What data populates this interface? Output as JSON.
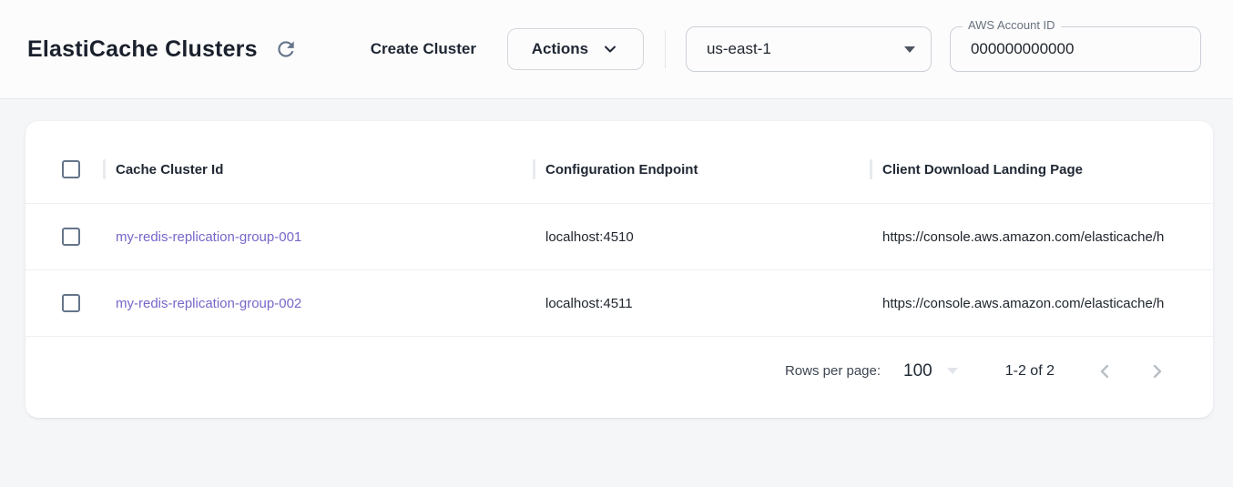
{
  "header": {
    "title": "ElastiCache Clusters",
    "create_button": "Create Cluster",
    "actions_button": "Actions",
    "region_selector": {
      "value": "us-east-1"
    },
    "account_field": {
      "label": "AWS Account ID",
      "value": "000000000000"
    }
  },
  "table": {
    "columns": [
      "Cache Cluster Id",
      "Configuration Endpoint",
      "Client Download Landing Page"
    ],
    "rows": [
      {
        "cache_cluster_id": "my-redis-replication-group-001",
        "configuration_endpoint": "localhost:4510",
        "client_download_landing_page": "https://console.aws.amazon.com/elasticache/h"
      },
      {
        "cache_cluster_id": "my-redis-replication-group-002",
        "configuration_endpoint": "localhost:4511",
        "client_download_landing_page": "https://console.aws.amazon.com/elasticache/h"
      }
    ],
    "pagination": {
      "rows_per_page_label": "Rows per page:",
      "rows_per_page_value": "100",
      "range_label": "1-2 of 2"
    }
  },
  "colors": {
    "link": "#7567c9",
    "icon_slate": "#64748b",
    "header_bg": "#fcfcfd",
    "page_bg": "#f5f6f8"
  }
}
